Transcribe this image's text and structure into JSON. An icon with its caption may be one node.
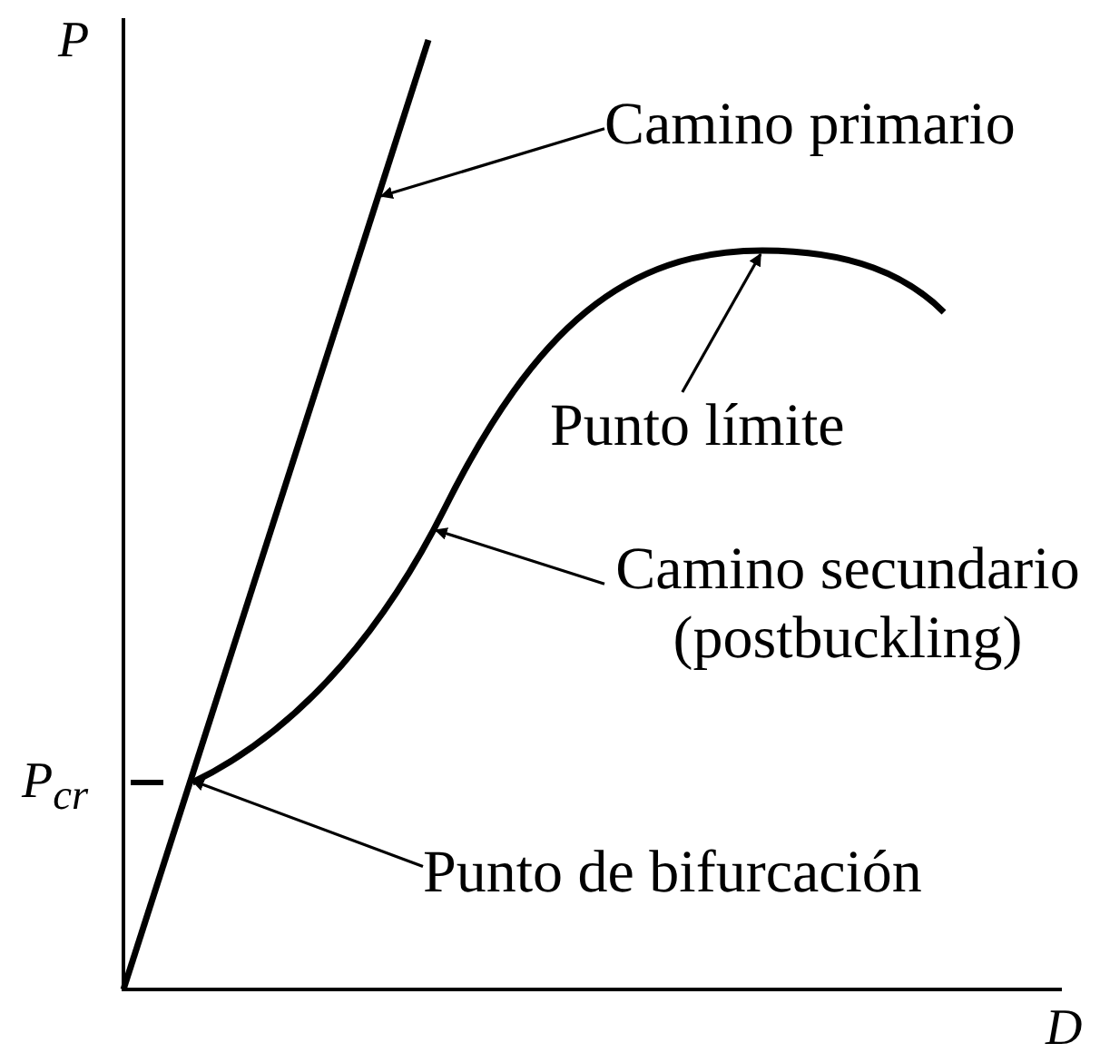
{
  "diagram": {
    "nodes": [
      {
        "text": [
          "Camino primario"
        ]
      },
      {
        "text": [
          "Punto límite"
        ]
      },
      {
        "text": [
          "Camino secundario (postbuckling)"
        ]
      },
      {
        "text": [
          "Punto de bifurcación"
        ]
      }
    ],
    "edges": [
      {
        "from": 0,
        "to": null,
        "arrow": "to"
      },
      {
        "from": 1,
        "to": null,
        "arrow": "to"
      },
      {
        "from": 2,
        "to": null,
        "arrow": "to"
      },
      {
        "from": 3,
        "to": null,
        "arrow": "to"
      }
    ],
    "labels": [
      "P",
      "P$_{cr}$",
      "D"
    ]
  }
}
